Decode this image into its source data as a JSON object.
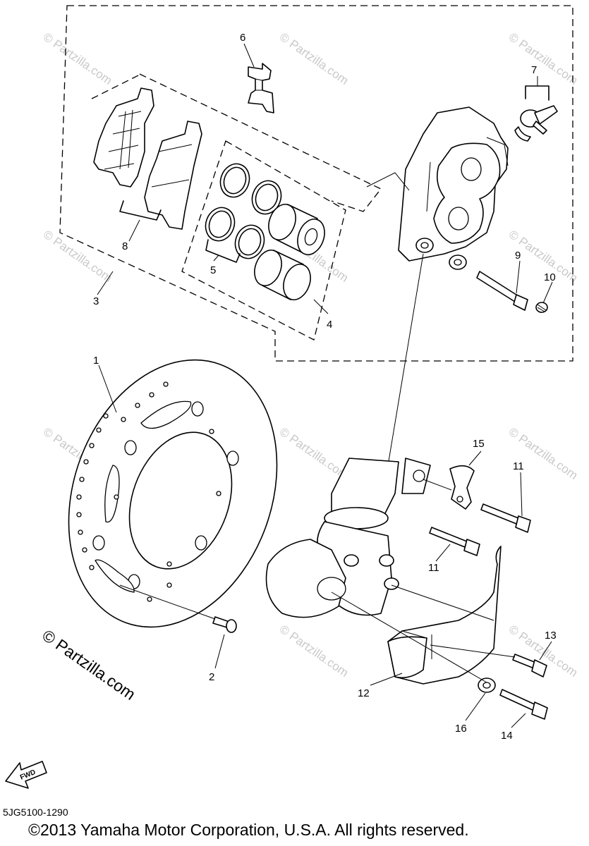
{
  "callouts": [
    "1",
    "2",
    "3",
    "4",
    "5",
    "6",
    "7",
    "8",
    "9",
    "10",
    "11",
    "11",
    "12",
    "13",
    "14",
    "15",
    "16"
  ],
  "watermark_small": "© Partzilla.com",
  "watermark_large": "© Partzilla.com",
  "fwd_label": "FWD",
  "diagram_code": "5JG5100-1290",
  "copyright": "©2013 Yamaha Motor Corporation, U.S.A. All rights reserved."
}
